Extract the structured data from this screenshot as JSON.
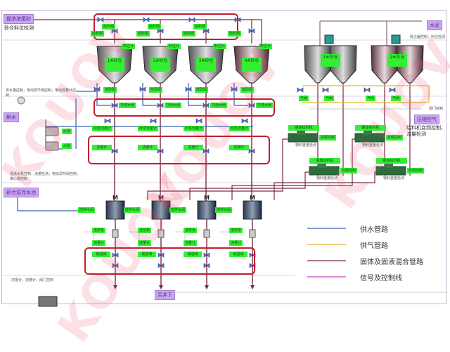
{
  "watermark": "KOUOV",
  "sources": {
    "tailings": "提浓浓尾砂",
    "water": "新水",
    "overflow": "砂仓溢流水池",
    "cement": "水泥",
    "air": "压缩空气",
    "underground": "至井下"
  },
  "notes": {
    "sand_level": "砂仓料位检测",
    "water_note": "供水量控制，电动调节阀控制，电动流量计控制",
    "pump_note": "清洗水泵控制，流量检测，电动调节阀控制，离心泵控制",
    "bottom_note": "浓度计，流量计，阀门控制",
    "air_note": "阀门控制",
    "cement_note": "除尘器控制，料位检测",
    "air2_note": "给料机变频控制，流量检测"
  },
  "sand_silos": [
    {
      "label": "1#砂仓"
    },
    {
      "label": "2#砂仓"
    },
    {
      "label": "3#砂仓"
    },
    {
      "label": "4#砂仓"
    }
  ],
  "cement_silos": [
    {
      "label": "1#灰仓"
    },
    {
      "label": "2#灰仓"
    }
  ],
  "valve_labels": {
    "top": "给料阀",
    "level": "料位计",
    "discharge": "放砂阀",
    "sand_flow": "砂浆流量计",
    "water_valve": "冲洗水阀",
    "density": "浓度计",
    "mixer_water": "搅拌水阀",
    "pump": "渣浆泵",
    "flow": "流量计",
    "out_valve": "输送阀",
    "air_valve": "气阀",
    "feeder": "螺旋给料机",
    "feeder_ctrl": "变频控制",
    "weigh": "物料重量检测",
    "pump_station": "水泵"
  },
  "legend": [
    {
      "label": "供水管路",
      "color": "#3a5fb0"
    },
    {
      "label": "供气管路",
      "color": "#e8b830"
    },
    {
      "label": "固体及固液混合管路",
      "color": "#7a2a45"
    },
    {
      "label": "信号及控制线",
      "color": "#d040c0"
    }
  ],
  "colors": {
    "water": "#3a5fb0",
    "air": "#e8b830",
    "slurry": "#7a2a45",
    "signal": "#c070d0",
    "label_green": "#33ee33",
    "highlight": "#c02030"
  }
}
